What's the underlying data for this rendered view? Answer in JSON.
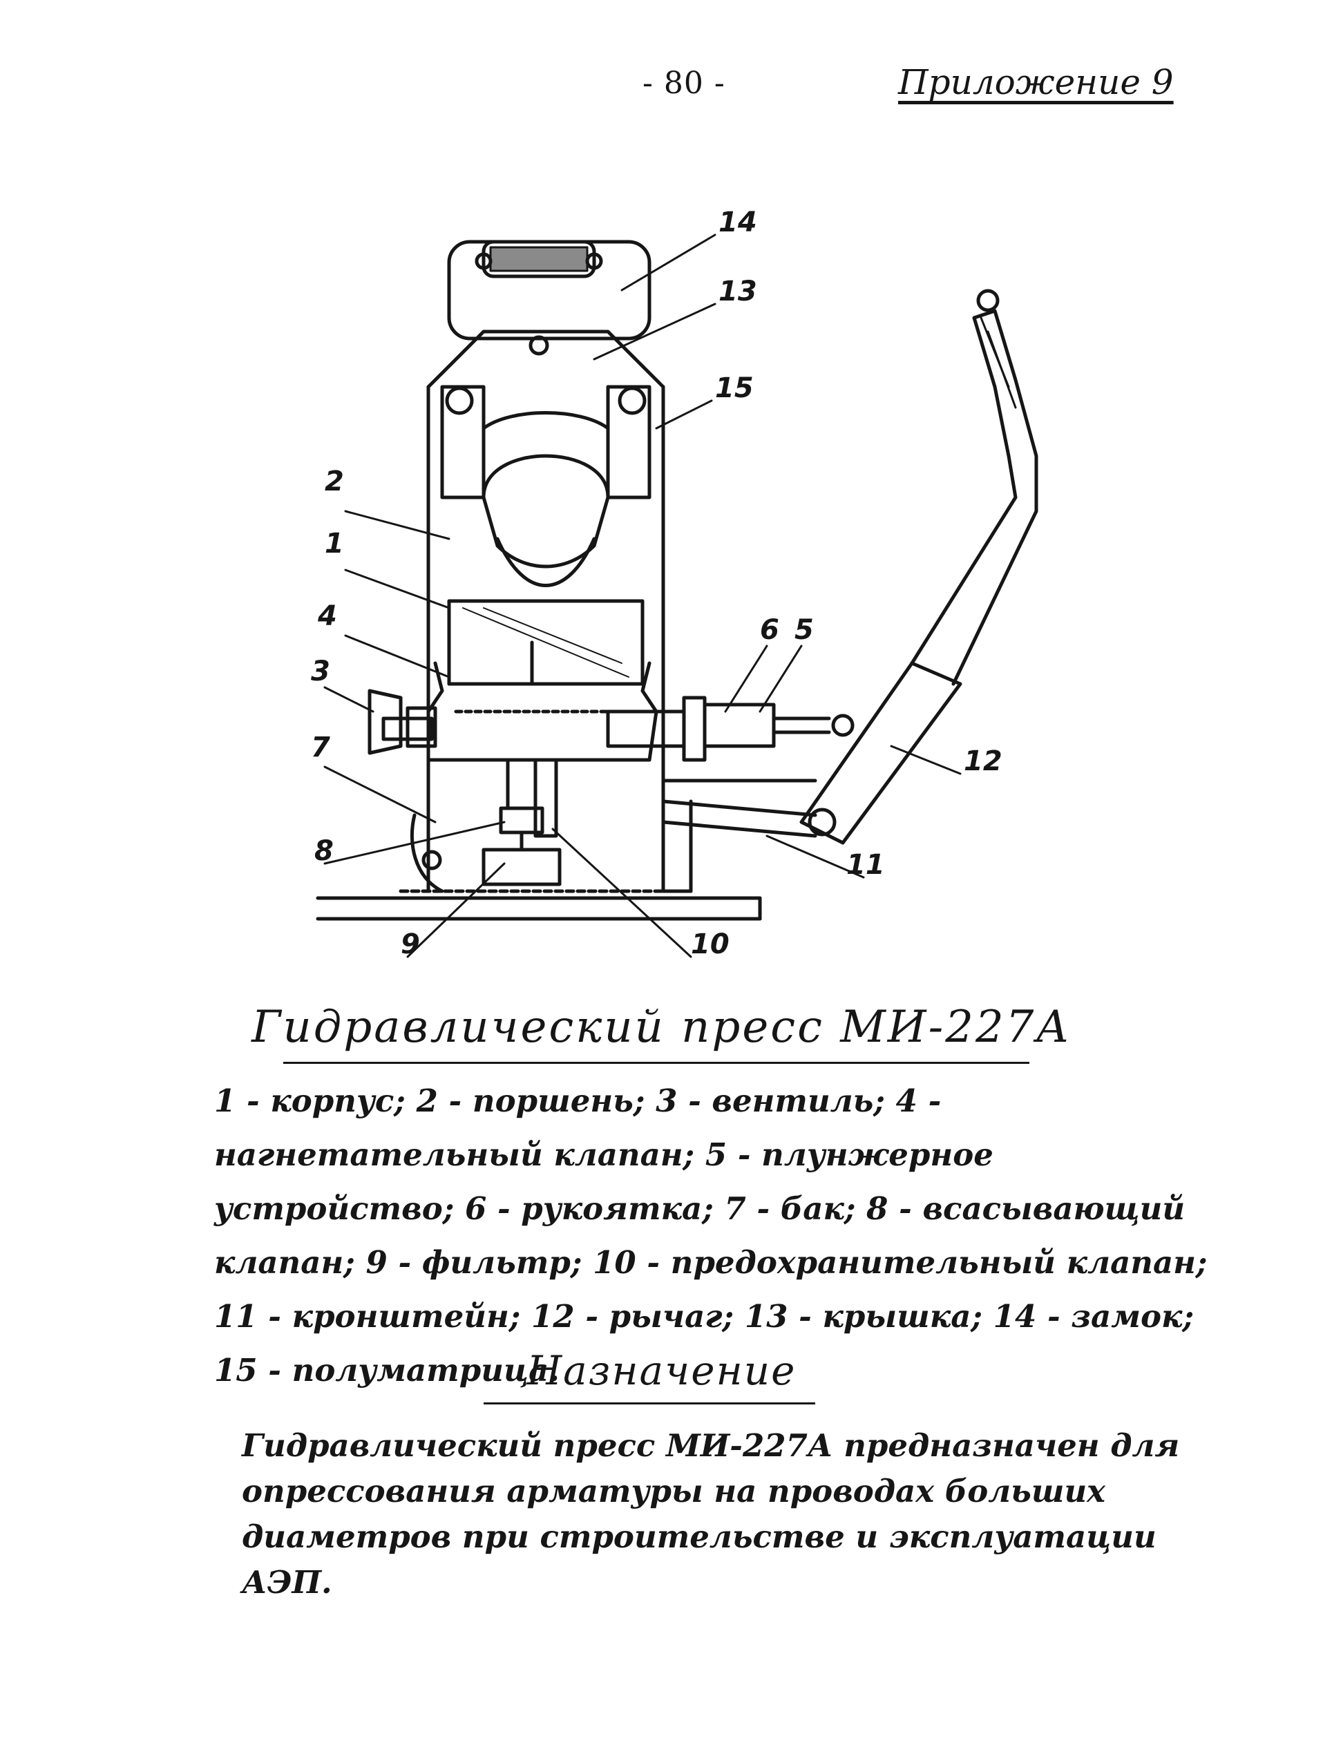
{
  "header": {
    "page_number": "- 80 -",
    "appendix": "Приложение 9"
  },
  "drawing": {
    "callouts": [
      "14",
      "13",
      "15",
      "2",
      "1",
      "4",
      "3",
      "7",
      "8",
      "9",
      "10",
      "11",
      "12",
      "6",
      "5"
    ],
    "line_color": "#161616"
  },
  "caption": {
    "title": "Гидравлический пресс МИ-227А",
    "legend": "1 - корпус; 2 - поршень; 3 - вентиль; 4 - нагнетательный клапан; 5 - плунжерное устройство; 6 - рукоятка; 7 - бак; 8 - всасывающий клапан; 9 - фильтр; 10 - предохранительный клапан; 11 - кронштейн; 12 - рычаг; 13 - крышка; 14 - замок; 15 - полуматрица."
  },
  "purpose": {
    "heading": "Назначение",
    "text": "Гидравлический пресс МИ-227А предназначен для опрессования арматуры на проводах больших диаметров при строительстве и эксплуатации АЭП."
  }
}
